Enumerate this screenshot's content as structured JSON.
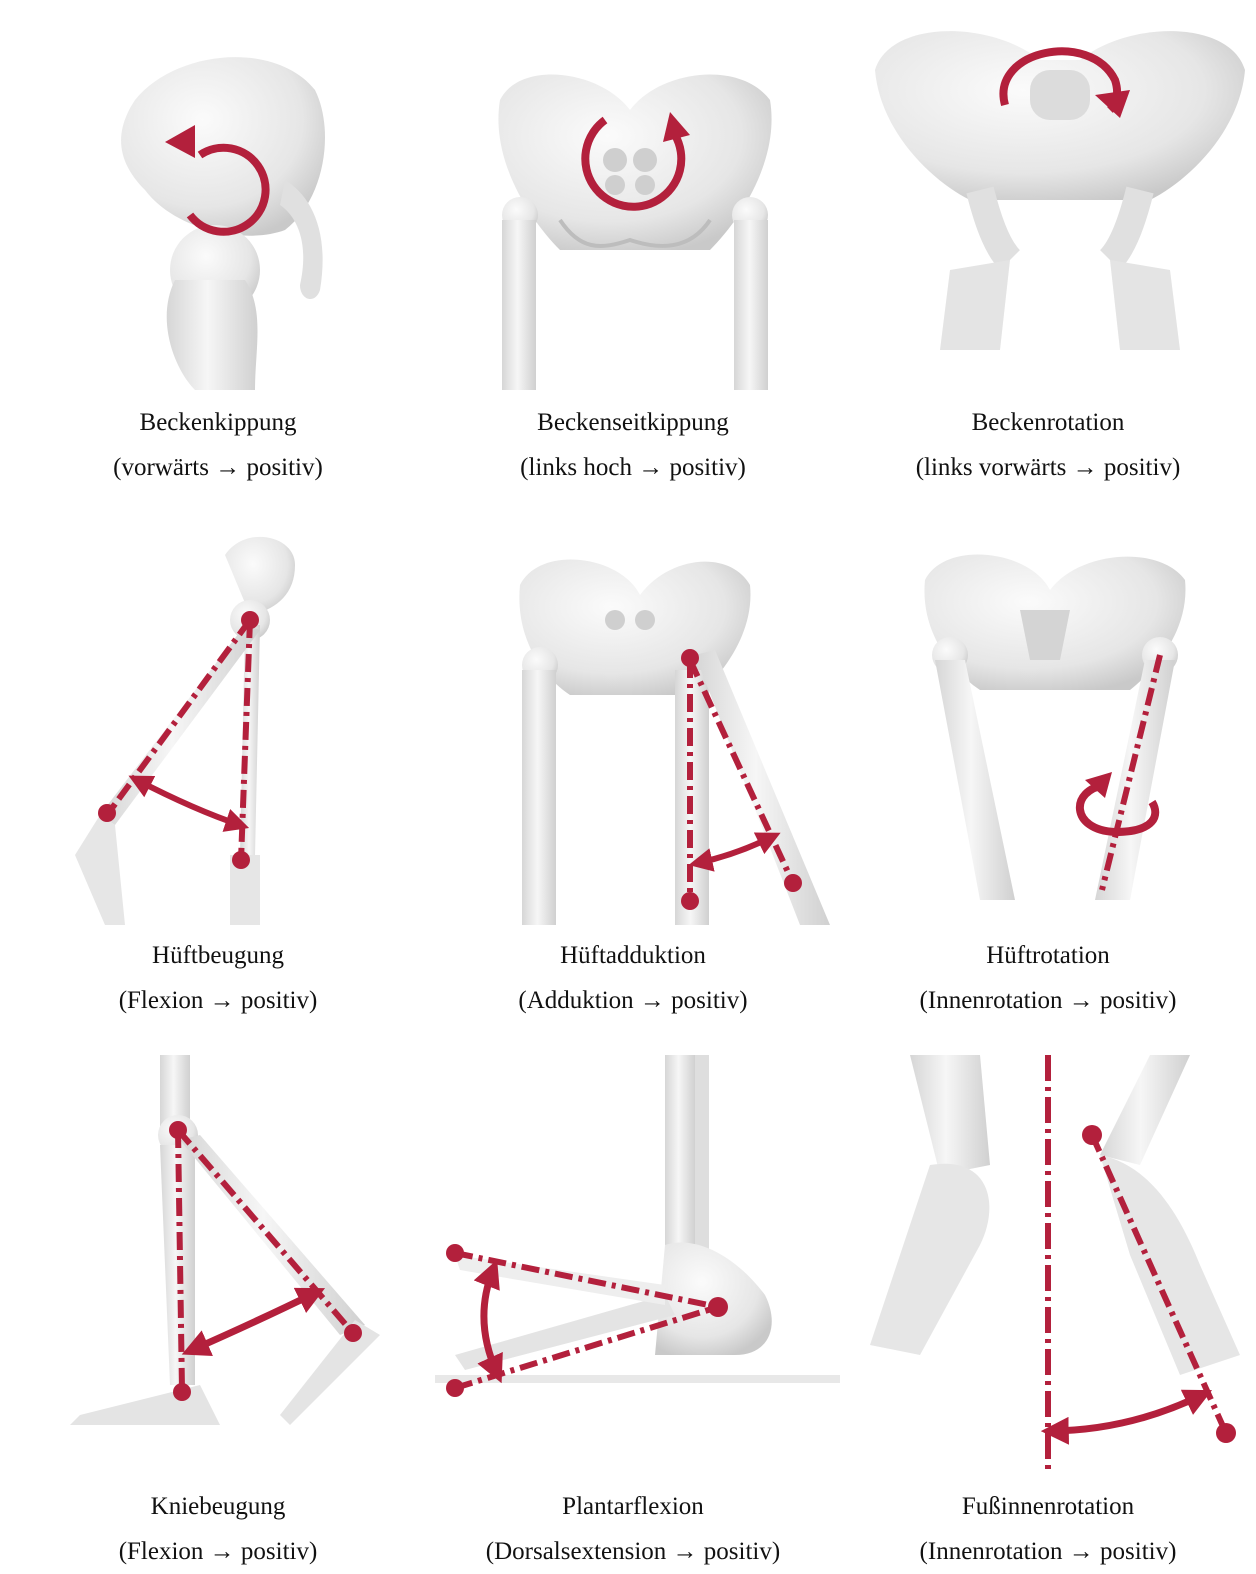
{
  "colors": {
    "accent": "#b3203c",
    "bone": "#ececec",
    "bone_shade": "#cfcfcf",
    "text": "#111111"
  },
  "panels": [
    {
      "name": "Beckenkippung",
      "note": "(vorwärts → positiv)",
      "icon": "curved-arrow-icon"
    },
    {
      "name": "Beckenseitkippung",
      "note": "(links hoch → positiv)",
      "icon": "curved-arrow-icon"
    },
    {
      "name": "Beckenrotation",
      "note": "(links vorwärts → positiv)",
      "icon": "curved-arrow-icon"
    },
    {
      "name": "Hüftbeugung",
      "note": "(Flexion → positiv)",
      "icon": "double-arrow-icon"
    },
    {
      "name": "Hüftadduktion",
      "note": "(Adduktion → positiv)",
      "icon": "double-arrow-icon"
    },
    {
      "name": "Hüftrotation",
      "note": "(Innenrotation → positiv)",
      "icon": "curved-arrow-icon"
    },
    {
      "name": "Kniebeugung",
      "note": "(Flexion → positiv)",
      "icon": "double-arrow-icon"
    },
    {
      "name": "Plantarflexion",
      "note": "(Dorsalsextension → positiv)",
      "icon": "double-arrow-icon"
    },
    {
      "name": "Fußinnenrotation",
      "note": "(Innenrotation → positiv)",
      "icon": "double-arrow-icon"
    }
  ]
}
